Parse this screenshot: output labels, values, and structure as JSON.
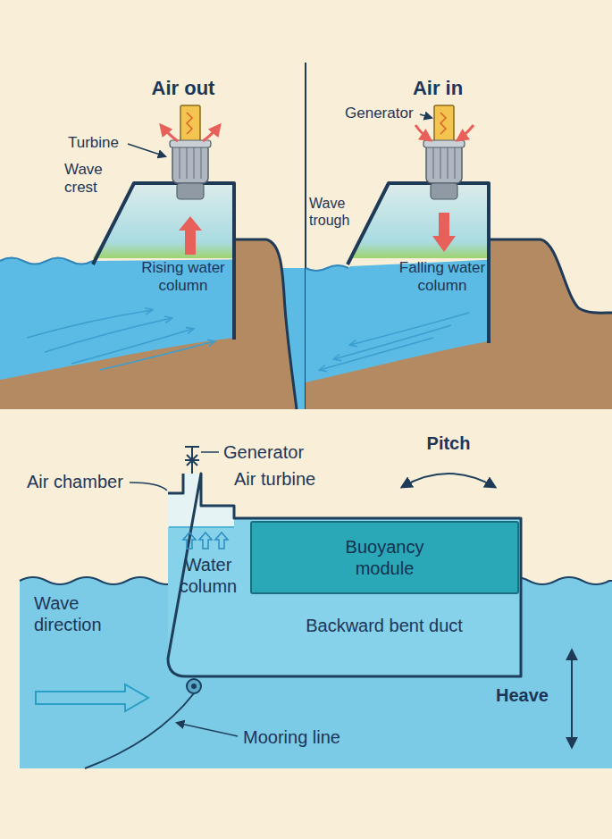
{
  "diagram": {
    "nodes": [
      {
        "text": [
          "Buoyancy module"
        ]
      }
    ],
    "labels": [
      "Air out",
      "Turbine",
      "Wave crest",
      "Rising water column",
      "Air in",
      "Generator",
      "Wave trough",
      "Falling water column",
      "Generator",
      "Air turbine",
      "Air chamber",
      "Pitch",
      "Water column",
      "Backward bent duct",
      "Wave direction",
      "Heave",
      "Mooring line"
    ]
  }
}
